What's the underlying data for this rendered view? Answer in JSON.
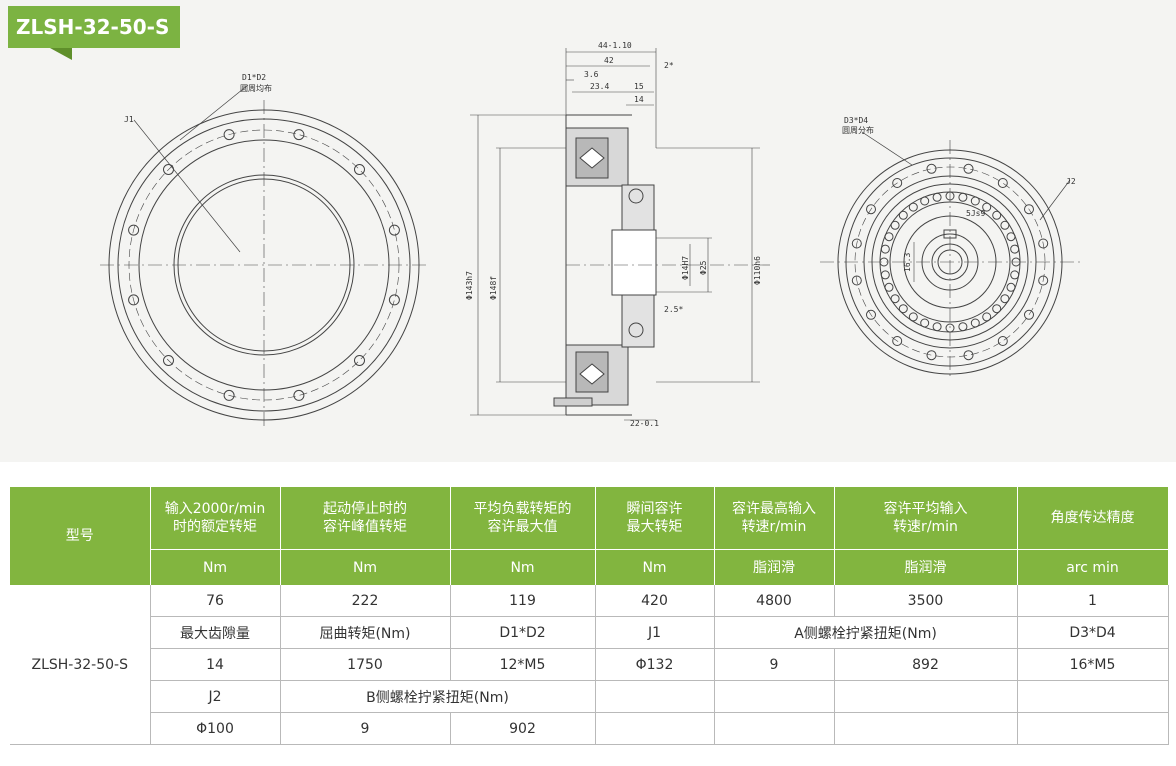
{
  "title": "ZLSH-32-50-S",
  "drawing": {
    "front_labels": [
      "D1*D2",
      "圆周均布",
      "J1"
    ],
    "section_top_dims": [
      "44-1.10",
      "42",
      "3.6",
      "23.4",
      "15",
      "14",
      "2*"
    ],
    "section_side_dims": [
      "Φ143h7",
      "Φ148f",
      "Φ14H7",
      "Φ25",
      "Φ110h6",
      "2.5*",
      "22-0.1"
    ],
    "back_labels": [
      "D3*D4",
      "圆周分布",
      "J2",
      "5Js9",
      "16.3"
    ]
  },
  "table": {
    "headers": [
      "型号",
      "输入2000r/min\n时的额定转矩",
      "起动停止时的\n容许峰值转矩",
      "平均负载转矩的\n容许最大值",
      "瞬间容许\n最大转矩",
      "容许最高输入\n转速r/min",
      "容许平均输入\n转速r/min",
      "角度传达精度"
    ],
    "units": [
      "Nm",
      "Nm",
      "Nm",
      "Nm",
      "脂润滑",
      "脂润滑",
      "arc min"
    ],
    "model": "ZLSH-32-50-S",
    "row1": [
      "76",
      "222",
      "119",
      "420",
      "4800",
      "3500",
      "1"
    ],
    "row2": [
      "最大齿隙量",
      "屈曲转矩(Nm)",
      "D1*D2",
      "J1",
      "A侧螺栓拧紧扭矩(Nm)",
      "D3*D4"
    ],
    "row3": [
      "14",
      "1750",
      "12*M5",
      "Φ132",
      "9",
      "892",
      "16*M5"
    ],
    "row4": [
      "J2",
      "B侧螺栓拧紧扭矩(Nm)",
      "",
      "",
      "",
      ""
    ],
    "row5": [
      "Φ100",
      "9",
      "902",
      "",
      "",
      "",
      ""
    ]
  }
}
